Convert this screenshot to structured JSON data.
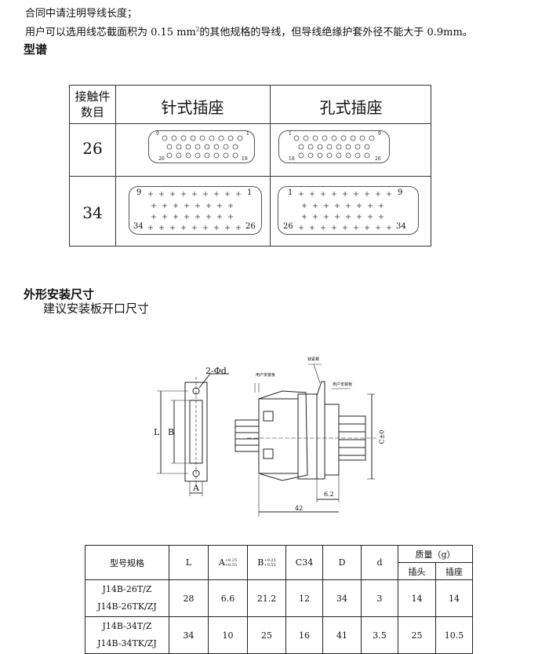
{
  "notes": {
    "line1": "合同中请注明导线长度；",
    "line2_a": "用户可以选用线芯截面积为 0.15 mm",
    "line2_sup": "2",
    "line2_b": "的其他规格的导线，但导线绝缘护套外径不能大于 0.9mm。"
  },
  "type_section": {
    "heading": "型谱",
    "header_count": "接触件数目",
    "header_pin": "针式插座",
    "header_socket": "孔式插座",
    "rows": [
      {
        "count": "26",
        "pin_labels": {
          "top_left": "9",
          "top_right": "1",
          "bottom_left": "26",
          "bottom_right": "18"
        },
        "socket_labels": {
          "top_left": "1",
          "top_right": "9",
          "bottom_left": "18",
          "bottom_right": "26"
        }
      },
      {
        "count": "34",
        "pin_labels": {
          "top_left": "9",
          "top_right": "1",
          "bottom_left": "34",
          "bottom_right": "26"
        },
        "socket_labels": {
          "top_left": "1",
          "top_right": "9",
          "bottom_left": "26",
          "bottom_right": "34"
        }
      }
    ]
  },
  "outline_section": {
    "heading": "外形安装尺寸",
    "sub": "建议安装板开口尺寸"
  },
  "drawing": {
    "label_2phid": "2-Φd",
    "label_L": "L",
    "label_B": "B",
    "label_A": "A",
    "label_user_thickness_left": "用户安装板",
    "label_screw": "锁紧螺",
    "label_user_thickness_right": "用户安装板",
    "label_C": "C±0",
    "label_62": "6.2",
    "label_42": "42"
  },
  "spec_table": {
    "headers": {
      "model": "型号规格",
      "L": "L",
      "A": "A",
      "A_tol_up": "+0.25",
      "A_tol_dn": "+0.55",
      "B": "B",
      "B_tol_up": "+0.25",
      "B_tol_dn": "+0.55",
      "C34": "C34",
      "D": "D",
      "d": "d",
      "mass": "质量（g）",
      "plug": "插头",
      "socket": "插座"
    },
    "rows": [
      {
        "model1": "J14B-26T/Z",
        "model2": "J14B-26TK/ZJ",
        "L": "28",
        "A": "6.6",
        "B": "21.2",
        "C": "12",
        "D": "34",
        "d": "3",
        "plug": "14",
        "socket": "14"
      },
      {
        "model1": "J14B-34T/Z",
        "model2": "J14B-34TK/ZJ",
        "L": "34",
        "A": "10",
        "B": "25",
        "C": "16",
        "D": "41",
        "d": "3.5",
        "plug": "25",
        "socket": "10.5"
      }
    ]
  }
}
